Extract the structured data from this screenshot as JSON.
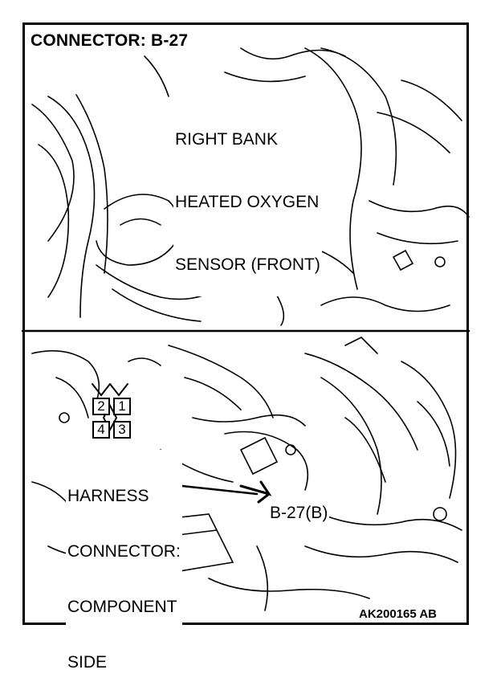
{
  "title": "CONNECTOR: B-27",
  "sensor_label": [
    "RIGHT BANK",
    "HEATED OXYGEN",
    "SENSOR (FRONT)"
  ],
  "connector_pins": [
    "2",
    "1",
    "4",
    "3"
  ],
  "harness_label": [
    "HARNESS",
    "CONNECTOR:",
    "COMPONENT",
    "SIDE"
  ],
  "connector_callout": "B-27(B)",
  "figure_code": "AK200165 AB"
}
